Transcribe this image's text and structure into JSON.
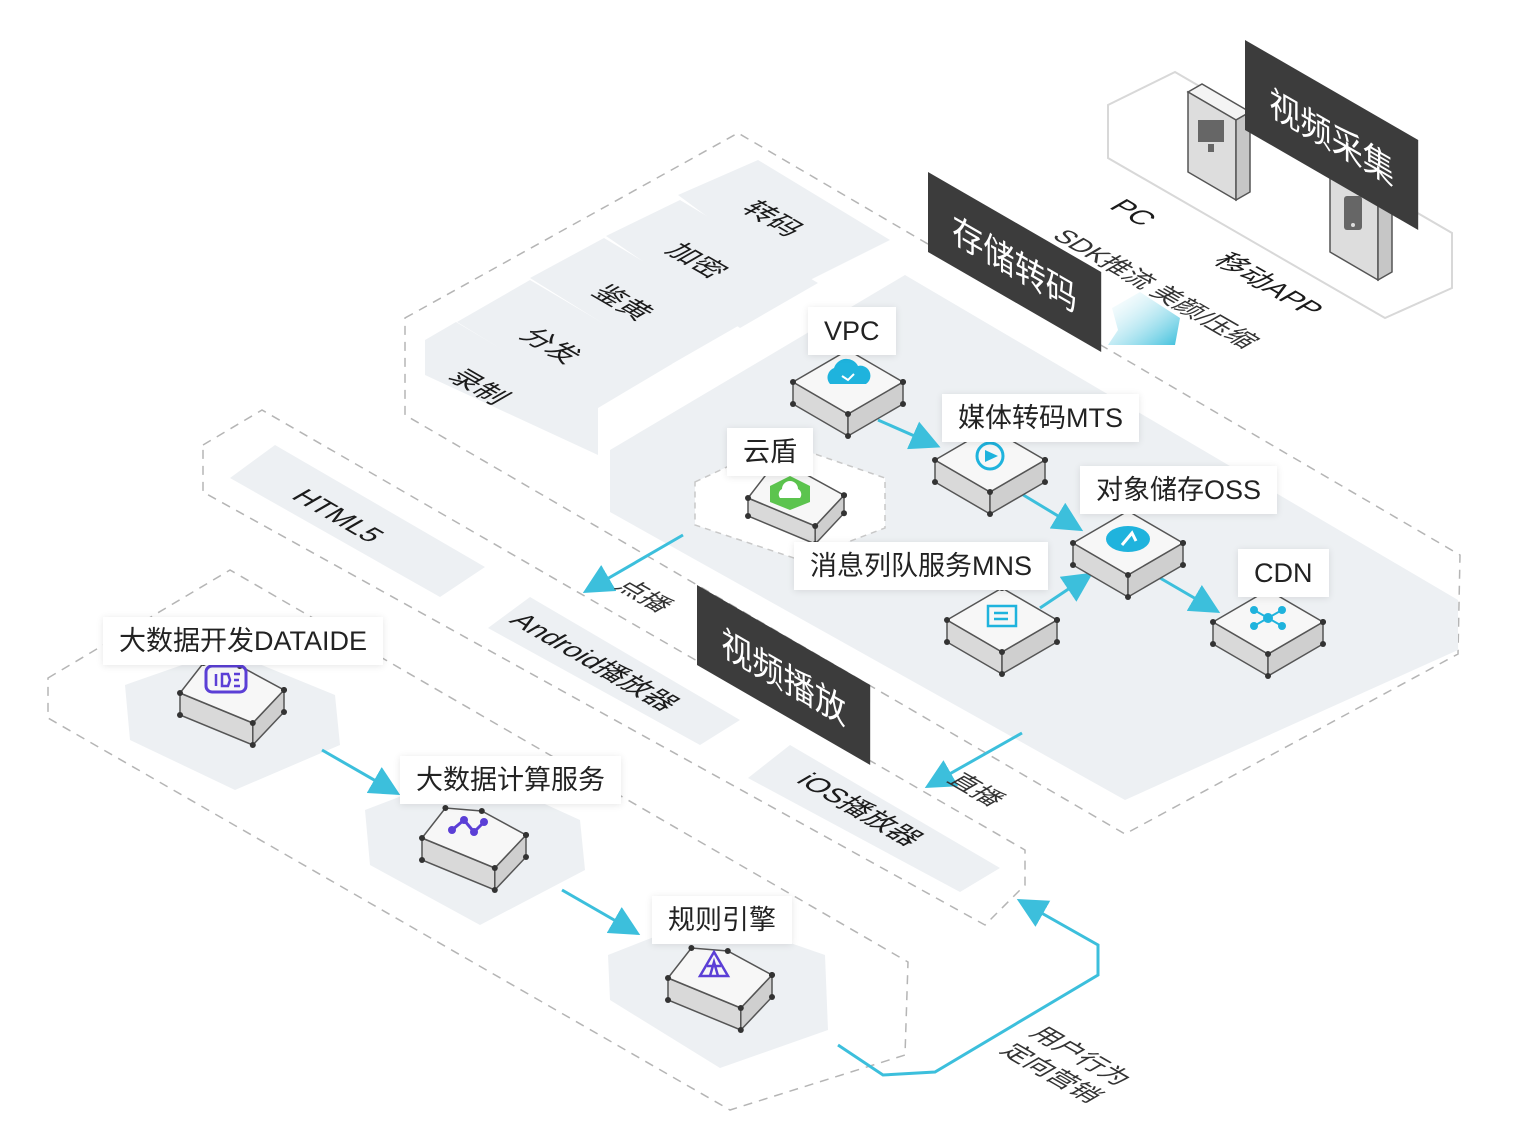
{
  "sections": {
    "capture": {
      "title": "视频采集",
      "pc": "PC",
      "mobile": "移动APP",
      "push": "SDK推流 美颜/压缩"
    },
    "storage": {
      "title": "存储转码",
      "features": [
        "转码",
        "加密",
        "鉴黄",
        "分发",
        "录制"
      ]
    },
    "playback": {
      "title": "视频播放",
      "players": [
        "HTML5",
        "Android播放器",
        "iOS播放器"
      ]
    },
    "bigdata": {
      "marketing": "用户行为 定向营销"
    }
  },
  "nodes": {
    "vpc": "VPC",
    "mts": "媒体转码MTS",
    "shield": "云盾",
    "oss": "对象储存OSS",
    "cdn": "CDN",
    "mns": "消息列队服务MNS",
    "dataide": "大数据开发DATAIDE",
    "compute": "大数据计算服务",
    "rules": "规则引擎"
  },
  "flows": {
    "vod": "点播",
    "live": "直播"
  },
  "colors": {
    "accent": "#3cbfdc",
    "banner": "#3c3c3c",
    "platform": "#edf0f3",
    "dashed": "#b5b5b5",
    "cube_top": "#f7f7f7",
    "cube_side": "#cfcfcf",
    "icon_blue": "#1fb3dd",
    "icon_green": "#5cc44e",
    "icon_purple": "#5b3fd6"
  },
  "icons": [
    "monitor-icon",
    "phone-icon",
    "cloud-shield-icon",
    "transcode-icon",
    "storage-cloud-icon",
    "network-node-icon",
    "message-queue-icon",
    "ide-icon",
    "compute-icon",
    "rules-engine-icon"
  ]
}
